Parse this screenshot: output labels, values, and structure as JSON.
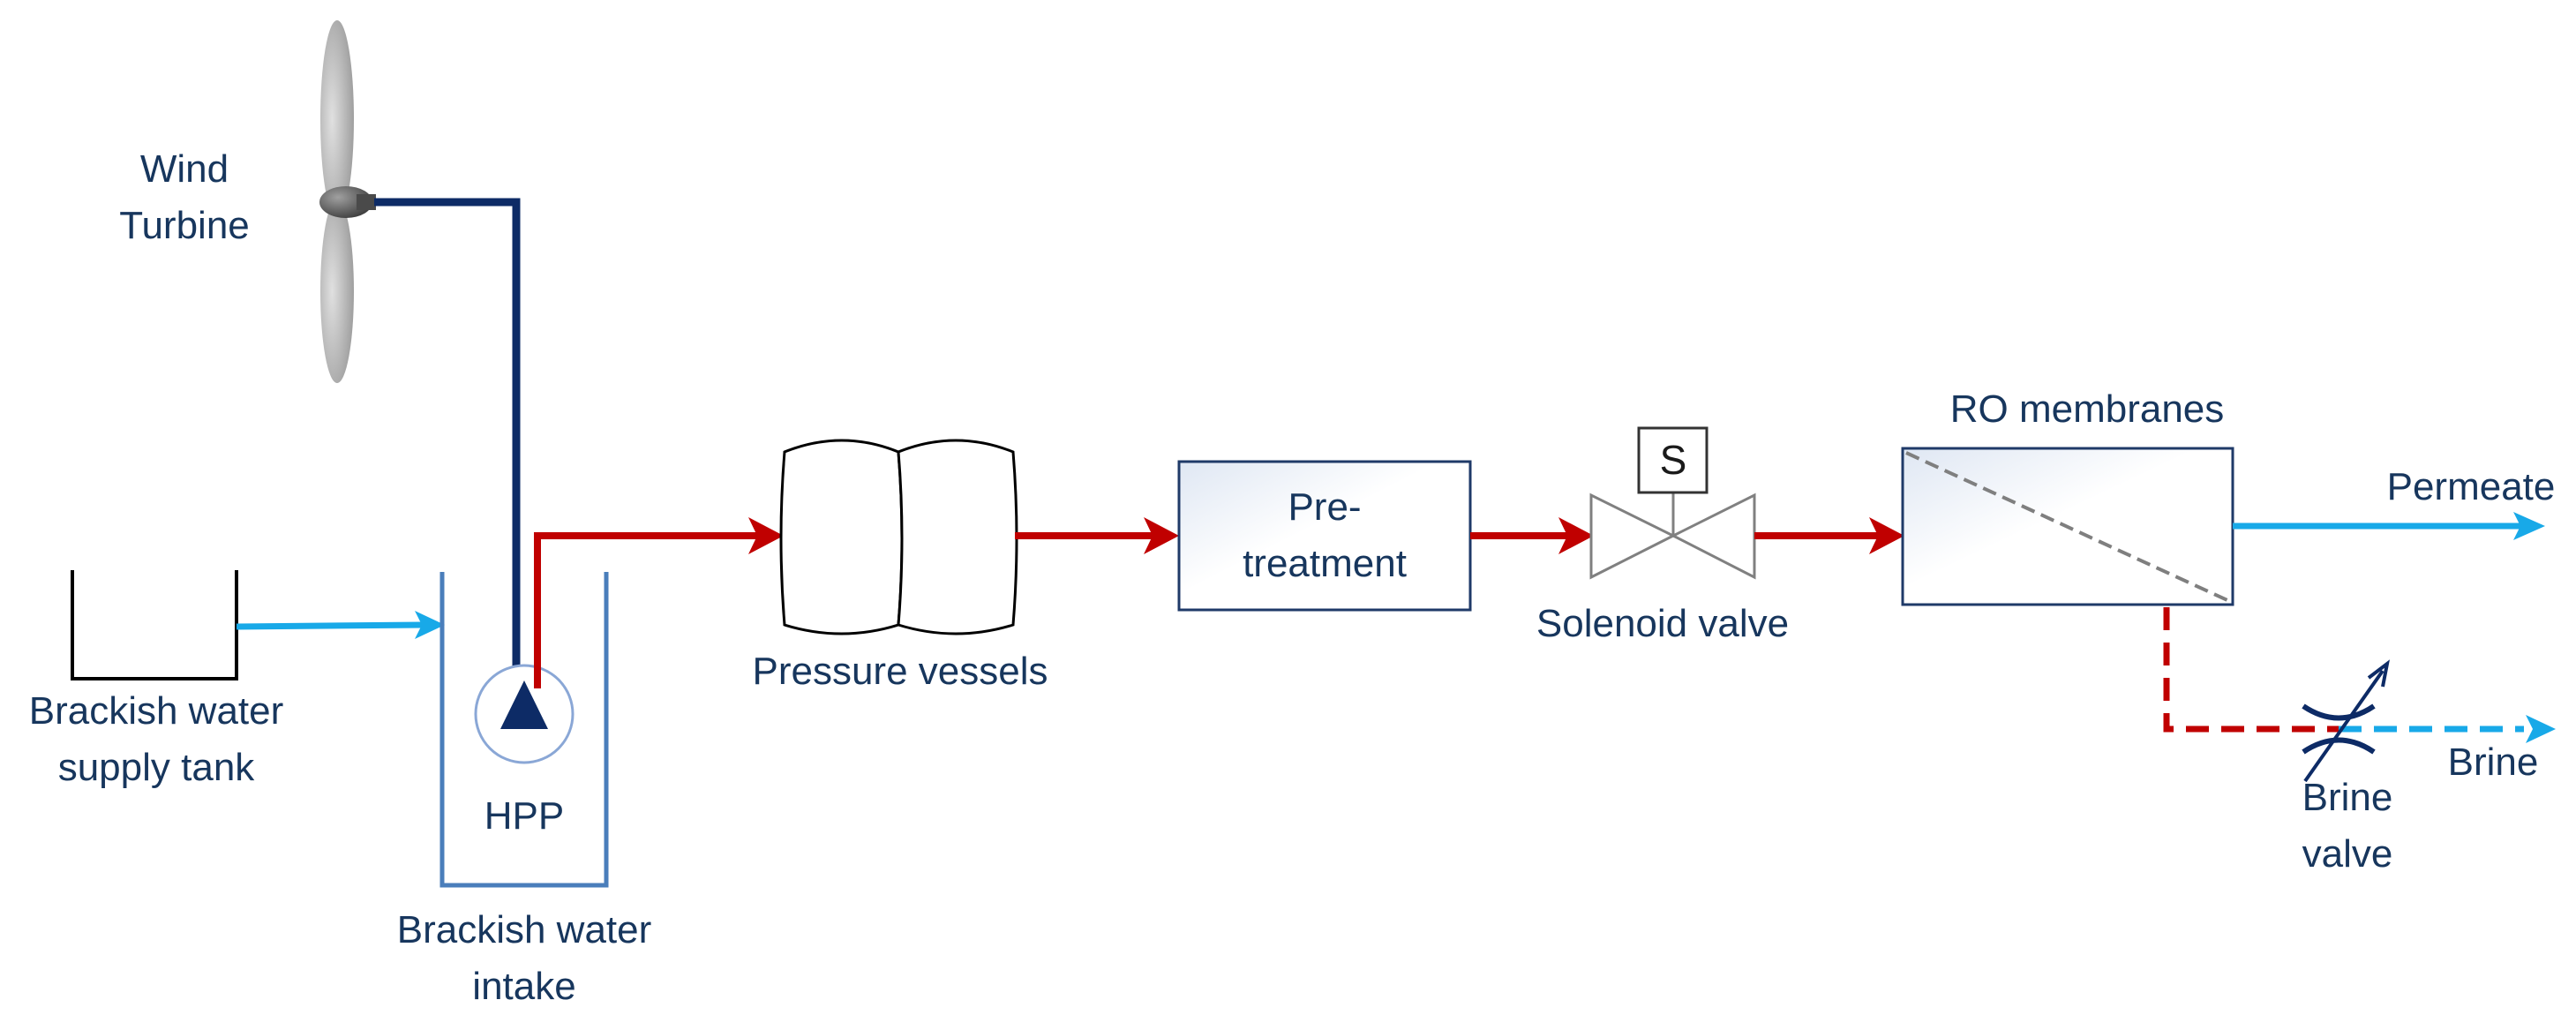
{
  "labels": {
    "wind_turbine": [
      "Wind",
      "Turbine"
    ],
    "supply_tank": [
      "Brackish water",
      "supply tank"
    ],
    "pump": [
      "HPP"
    ],
    "intake": [
      "Brackish water",
      "intake"
    ],
    "pressure_vessels": [
      "Pressure vessels"
    ],
    "pretreatment": [
      "Pre-",
      "treatment"
    ],
    "solenoid_valve": [
      "Solenoid valve"
    ],
    "solenoid_symbol": "S",
    "ro_membranes": [
      "RO membranes"
    ],
    "permeate": [
      "Permeate"
    ],
    "brine": [
      "Brine"
    ],
    "brine_valve": [
      "Brine",
      "valve"
    ]
  },
  "colors": {
    "high_pressure_line": "#c00000",
    "low_pressure_line": "#18a9e8",
    "power_line": "#0d2b66",
    "text": "#17365d",
    "box_border": "#1f3a68",
    "vessel_border": "#000000",
    "blade": "#bfbfbf",
    "hub": "#707070"
  }
}
